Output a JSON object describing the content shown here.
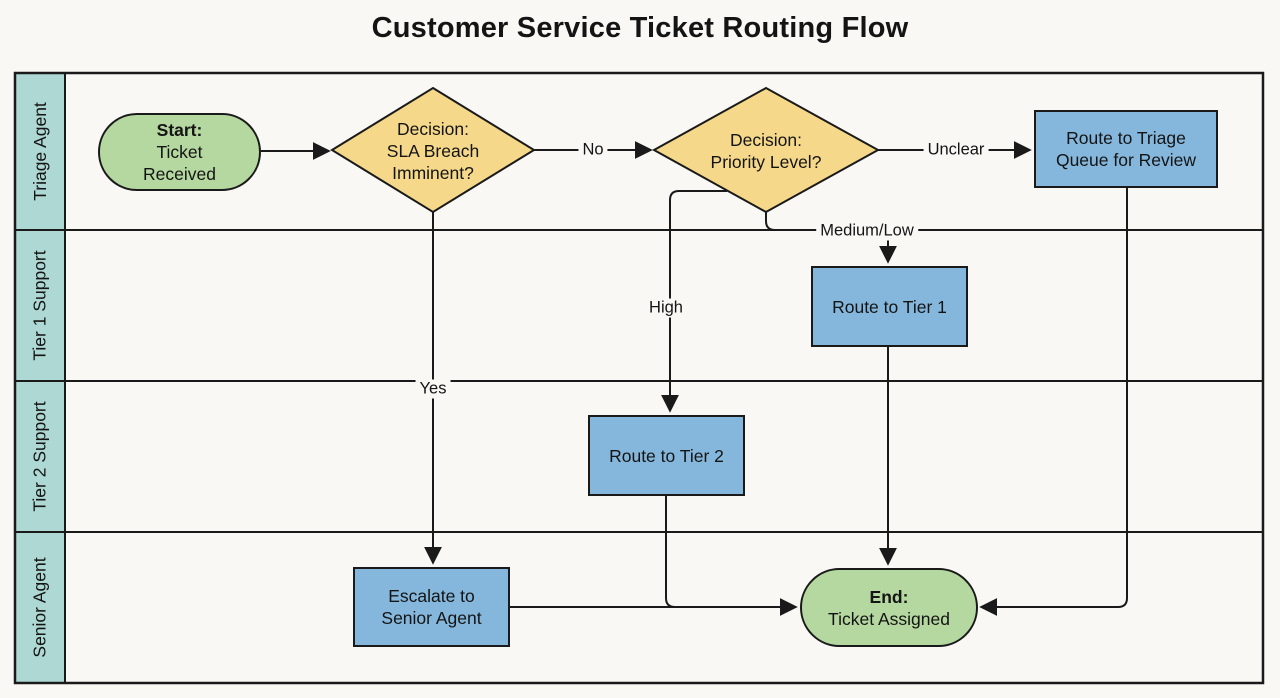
{
  "title": "Customer Service Ticket Routing Flow",
  "lanes": [
    {
      "label": "Triage Agent"
    },
    {
      "label": "Tier 1 Support"
    },
    {
      "label": "Tier 2 Support"
    },
    {
      "label": "Senior Agent"
    }
  ],
  "nodes": {
    "start": {
      "title": "Start:",
      "lines": [
        "Ticket",
        "Received"
      ]
    },
    "sla": {
      "title": "Decision:",
      "lines": [
        "SLA Breach",
        "Imminent?"
      ]
    },
    "priority": {
      "title": "Decision:",
      "lines": [
        "Priority Level?"
      ]
    },
    "triage_queue": {
      "lines": [
        "Route to Triage",
        "Queue for Review"
      ]
    },
    "tier1": {
      "lines": [
        "Route to Tier 1"
      ]
    },
    "tier2": {
      "lines": [
        "Route to Tier 2"
      ]
    },
    "escalate": {
      "lines": [
        "Escalate to",
        "Senior Agent"
      ]
    },
    "end": {
      "title": "End:",
      "lines": [
        "Ticket Assigned"
      ]
    }
  },
  "edge_labels": {
    "no": "No",
    "yes": "Yes",
    "unclear": "Unclear",
    "medium_low": "Medium/Low",
    "high": "High"
  },
  "colors": {
    "background": "#f9f8f5",
    "lane_header": "#aed8d4",
    "process": "#85b7dc",
    "decision": "#f5d88a",
    "terminal": "#b5d8a0",
    "line": "#1a1a1a"
  }
}
